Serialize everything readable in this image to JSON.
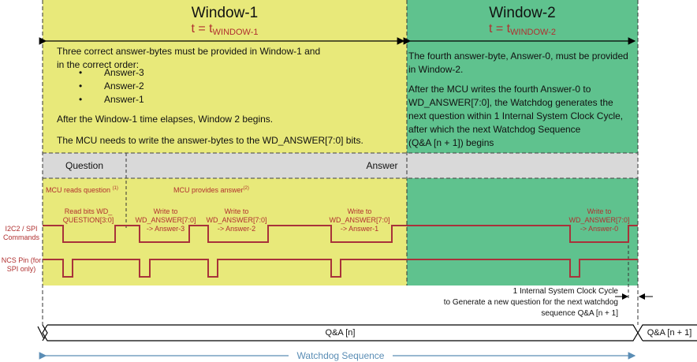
{
  "window1": {
    "title": "Window-1",
    "t_main": "t = t",
    "t_sub": "WINDOW-1",
    "para1": "Three correct answer-bytes must be provided in Window-1 and\nin the correct order:",
    "bullets": [
      "Answer-3",
      "Answer-2",
      "Answer-1"
    ],
    "para2": "After the Window-1 time elapses, Window 2 begins.",
    "para3": "The MCU needs to write the answer-bytes to the WD_ANSWER[7:0] bits."
  },
  "window2": {
    "title": "Window-2",
    "t_main": "t = t",
    "t_sub": "WINDOW-2",
    "para1": "The fourth answer-byte, Answer-0, must be provided\nin Window-2.",
    "para2": "After the MCU writes the fourth Answer-0 to\nWD_ANSWER[7:0], the Watchdog generates the\nnext question within 1 Internal System Clock Cycle,\nafter which the next Watchdog Sequence\n(Q&A [n + 1]) begins"
  },
  "phases": {
    "question": "Question",
    "answer": "Answer"
  },
  "phase_notes": {
    "mcu_reads": "MCU reads question",
    "mcu_reads_ref": "(1)",
    "mcu_provides": "MCU provides answer",
    "mcu_provides_ref": "(2)"
  },
  "signals": {
    "spi_label": "I2C2 / SPI\nCommands",
    "ncs_label": "NCS Pin (for\nSPI only)",
    "pulses": [
      "Read bits WD_\nQUESTION[3:0]",
      "Write to\nWD_ANSWER[7:0]\n-> Answer-3",
      "Write to\nWD_ANSWER[7:0]\n-> Answer-2",
      "Write to\nWD_ANSWER[7:0]\n-> Answer-1",
      "Write to\nWD_ANSWER[7:0]\n-> Answer-0"
    ]
  },
  "clock_note": "1 Internal System Clock Cycle\nto Generate a new question for the next watchdog\nsequence Q&A [n + 1]",
  "qa_current": "Q&A [n]",
  "qa_next": "Q&A [n + 1]",
  "sequence_label": "Watchdog Sequence",
  "colors": {
    "window1": "#e8e97a",
    "window2": "#5fc28e",
    "phase_bar": "#d9d9d9",
    "signal": "#a8323a",
    "arrow": "#5a8db5"
  }
}
